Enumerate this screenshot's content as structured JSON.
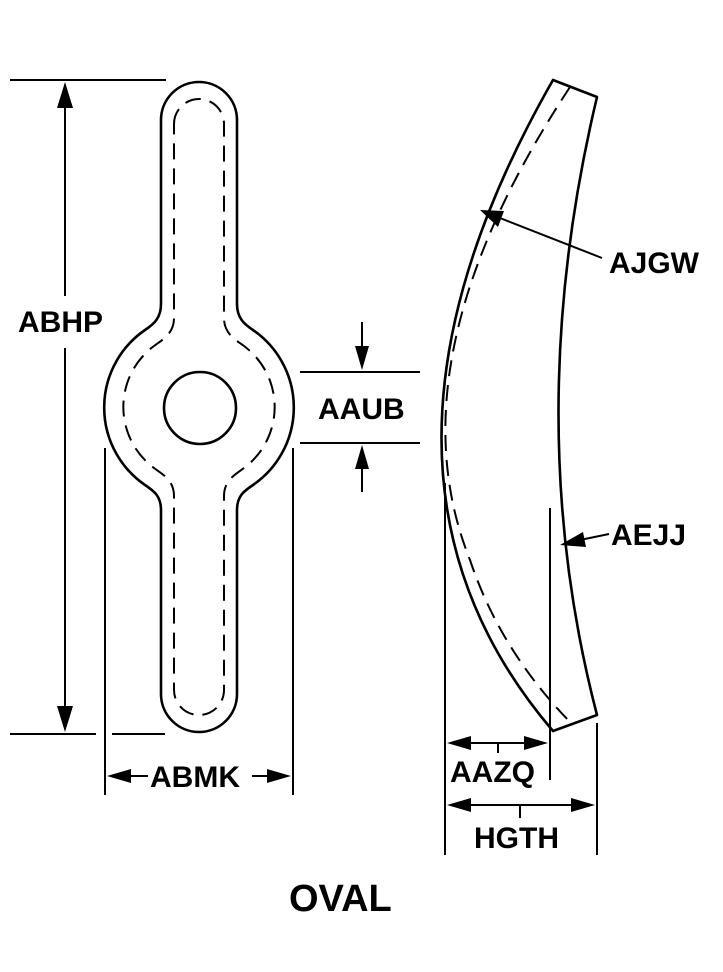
{
  "labels": {
    "abhp": "ABHP",
    "abmk": "ABMK",
    "aaub": "AAUB",
    "ajgw": "AJGW",
    "aejj": "AEJJ",
    "aazq": "AAZQ",
    "hgth": "HGTH"
  },
  "caption": "OVAL"
}
